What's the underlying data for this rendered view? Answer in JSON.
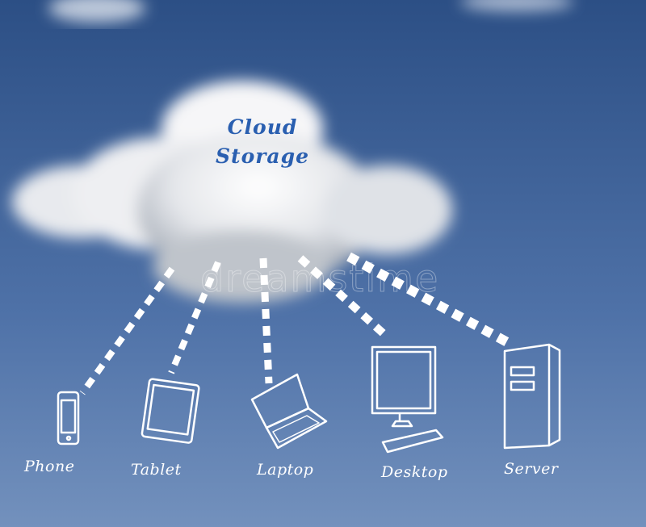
{
  "title": {
    "line1": "Cloud",
    "line2": "Storage",
    "color": "#2a5fb0"
  },
  "devices": [
    {
      "name": "phone",
      "label": "Phone"
    },
    {
      "name": "tablet",
      "label": "Tablet"
    },
    {
      "name": "laptop",
      "label": "Laptop"
    },
    {
      "name": "desktop",
      "label": "Desktop"
    },
    {
      "name": "server",
      "label": "Server"
    }
  ],
  "watermark": "dreamstime",
  "colors": {
    "sky_top": "#2c4f85",
    "sky_bottom": "#6e8fbd",
    "lines": "#ffffff"
  }
}
